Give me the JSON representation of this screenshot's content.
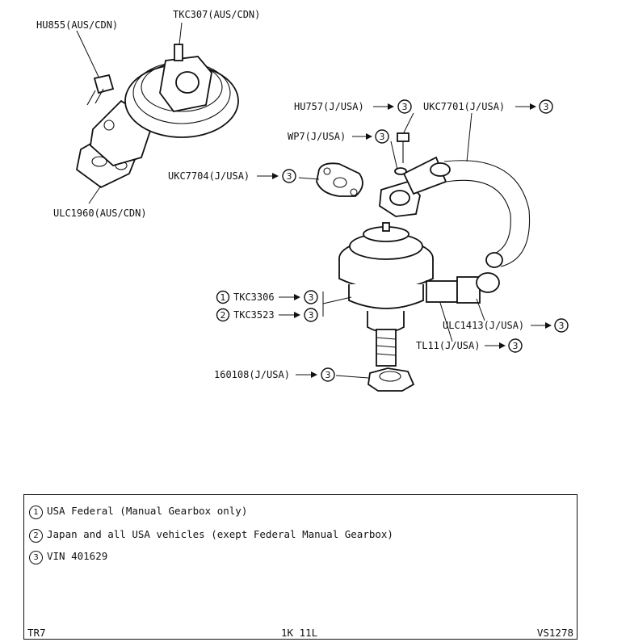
{
  "labels": {
    "hu855": "HU855(AUS/CDN)",
    "tkc307": "TKC307(AUS/CDN)",
    "ulc1960": "ULC1960(AUS/CDN)",
    "hu757": "HU757(J/USA)",
    "ukc7701": "UKC7701(J/USA)",
    "wp7": "WP7(J/USA)",
    "ukc7704": "UKC7704(J/USA)",
    "tkc3306": "TKC3306",
    "tkc3523": "TKC3523",
    "ulc1413": "ULC1413(J/USA)",
    "tl11": "TL11(J/USA)",
    "p160108": "160108(J/USA)"
  },
  "markers": {
    "one": "1",
    "two": "2",
    "three": "3"
  },
  "notes": [
    {
      "marker": "1",
      "text": "USA Federal (Manual Gearbox only)"
    },
    {
      "marker": "2",
      "text": "Japan and all USA vehicles (exept Federal Manual Gearbox)"
    },
    {
      "marker": "3",
      "text": "VIN 401629"
    }
  ],
  "footer": {
    "left": "TR7",
    "center": "1K 11L",
    "right": "VS1278"
  }
}
